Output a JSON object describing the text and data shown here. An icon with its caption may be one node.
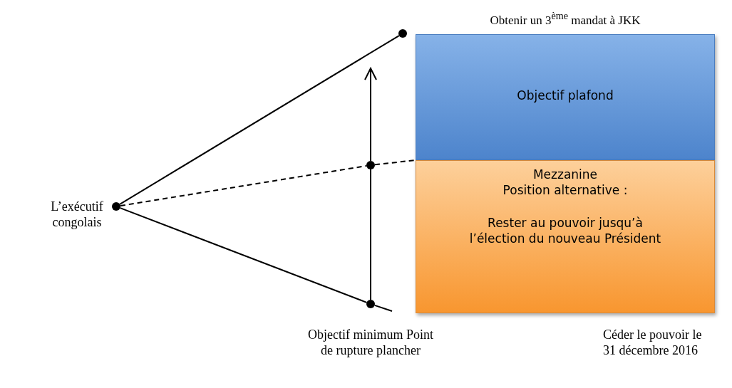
{
  "diagram": {
    "nodes": [
      {
        "text": [
          "L’exécutif congolais"
        ]
      },
      {
        "text": [],
        "shape": "circle"
      },
      {
        "text": [],
        "shape": "circle"
      },
      {
        "text": [],
        "shape": "circle"
      },
      {
        "text": [],
        "shape": "circle"
      },
      {
        "text": [
          "Obtenir un 3$^{ème}$ mandat à JKK",
          "Objectif plafond"
        ]
      },
      {
        "text": [
          "Mezzanine",
          "Position alternative :",
          "Rester au pouvoir jusqu’à l’élection du nouveau Président"
        ]
      },
      {
        "text": [
          "Objectif minimum Point de rupture plancher"
        ]
      },
      {
        "text": [
          "Céder le pouvoir le 31 décembre 2016"
        ]
      }
    ],
    "edges": [
      {
        "from": 1,
        "to": 2,
        "arrow": "none"
      },
      {
        "from": 1,
        "to": 3,
        "arrow": "none",
        "style": "dashed"
      },
      {
        "from": 3,
        "to": 6,
        "arrow": "none",
        "style": "dashed"
      },
      {
        "from": 1,
        "to": 4,
        "arrow": "none"
      },
      {
        "from": 4,
        "to": null,
        "arrow": "none"
      },
      {
        "from": 4,
        "to": 3,
        "arrow": "none"
      },
      {
        "from": 3,
        "to": null,
        "arrow": "to"
      }
    ]
  }
}
